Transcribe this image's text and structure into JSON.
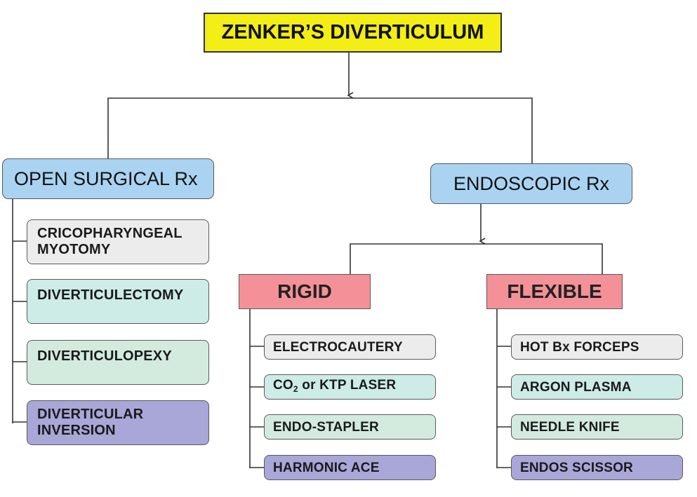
{
  "title": "ZENKER’S DIVERTICULUM",
  "open_surgical": {
    "label": "OPEN SURGICAL Rx",
    "items": [
      {
        "line1": "CRICOPHARYNGEAL",
        "line2": "MYOTOMY",
        "color": "#ececec"
      },
      {
        "line1": "DIVERTICULECTOMY",
        "line2": "",
        "color": "#cdebe7"
      },
      {
        "line1": "DIVERTICULOPEXY",
        "line2": "",
        "color": "#d3ebdf"
      },
      {
        "line1": "DIVERTICULAR",
        "line2": "INVERSION",
        "color": "#a9a6d8"
      }
    ]
  },
  "endoscopic": {
    "label": "ENDOSCOPIC Rx",
    "rigid": {
      "label": "RIGID",
      "items": [
        {
          "text": "ELECTROCAUTERY"
        },
        {
          "pre": "CO",
          "sub": "2",
          "post": " or KTP LASER"
        },
        {
          "text": "ENDO-STAPLER"
        },
        {
          "text": "HARMONIC ACE"
        }
      ]
    },
    "flexible": {
      "label": "FLEXIBLE",
      "items": [
        {
          "text": "HOT Bx FORCEPS"
        },
        {
          "text": "ARGON PLASMA"
        },
        {
          "text": "NEEDLE KNIFE"
        },
        {
          "text": "ENDOS SCISSOR"
        }
      ]
    }
  },
  "colors": {
    "title_bg": "#f2ee16",
    "category_bg": "#a9d3f1",
    "subcategory_bg": "#f49198",
    "item_gray": "#ececec",
    "item_aqua": "#cdebe7",
    "item_mint": "#d3ebdf",
    "item_lavender": "#a9a6d8"
  }
}
